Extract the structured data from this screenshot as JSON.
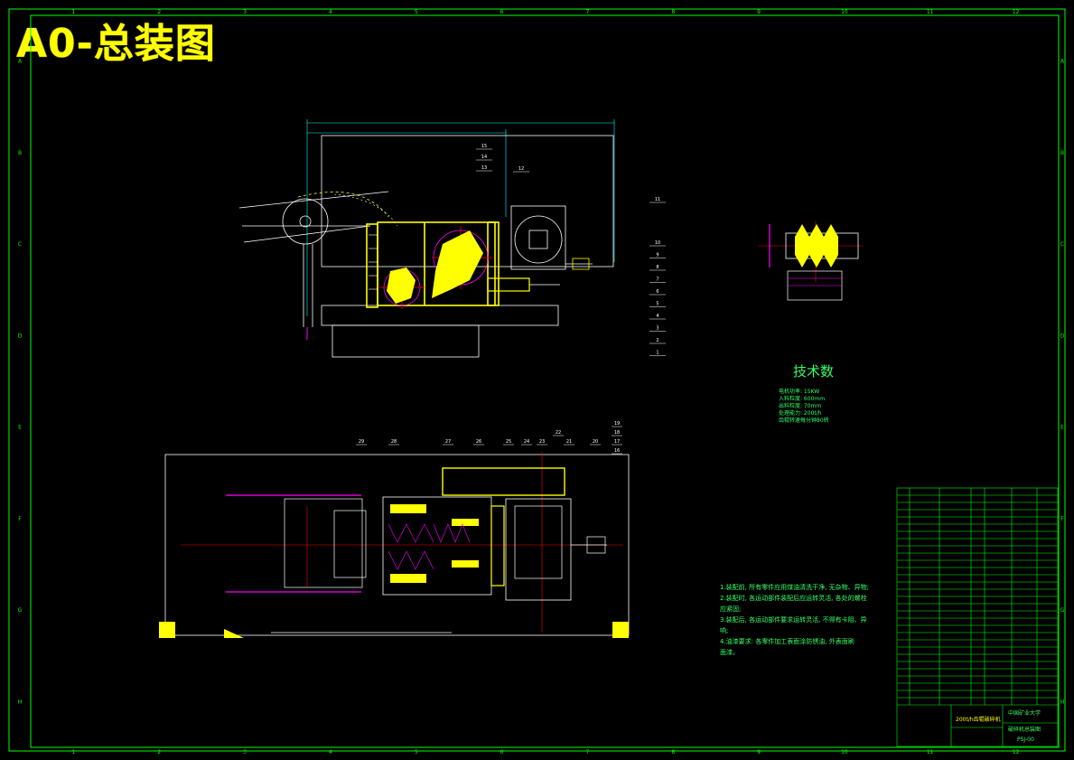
{
  "drawing": {
    "title": "A0-总装图",
    "frame_columns": [
      "1",
      "2",
      "3",
      "4",
      "5",
      "6",
      "7",
      "8",
      "9",
      "10",
      "11",
      "12"
    ],
    "frame_rows": [
      "A",
      "B",
      "C",
      "D",
      "E",
      "F",
      "G",
      "H"
    ],
    "colors": {
      "background": "#000000",
      "frame": "#00ff00",
      "outline": "#ffffff",
      "part": "#ffff00",
      "dimension": "#00ffff",
      "center": "#ff0000",
      "magenta": "#ff00ff",
      "text": "#33ff66"
    }
  },
  "technical_params": {
    "title": "技术数",
    "lines": [
      "电机功率: 15KW",
      "入料粒度: 600mm",
      "出料粒度: 70mm",
      "处理能力: 200t/h",
      "齿辊转速每分钟80转"
    ]
  },
  "notes": {
    "lines": [
      "1.装配前, 所有零件应用煤油清洗干净, 无杂物、异物;",
      "2.装配时, 各运动部件装配后应运转灵活, 各处的螺栓",
      "应紧固;",
      "3.装配后, 各运动部件要求运转灵活, 不得有卡阻、异",
      "响;",
      "4.油漆要求: 各零件加工表面涂防锈油, 外表面刷",
      "面漆。"
    ]
  },
  "balloons_front": [
    "15",
    "14",
    "13",
    "12",
    "11",
    "10",
    "9",
    "8",
    "7",
    "6",
    "5",
    "4",
    "3",
    "2",
    "1"
  ],
  "balloons_plan": [
    "29",
    "28",
    "27",
    "26",
    "25",
    "24",
    "23",
    "22",
    "21",
    "20",
    "19",
    "18",
    "17",
    "16"
  ],
  "title_block": {
    "university": "中国矿业大学",
    "drawing_name": "破碎机总装图",
    "project": "200t/h齿辊破碎机",
    "code": "PSJ-00"
  }
}
